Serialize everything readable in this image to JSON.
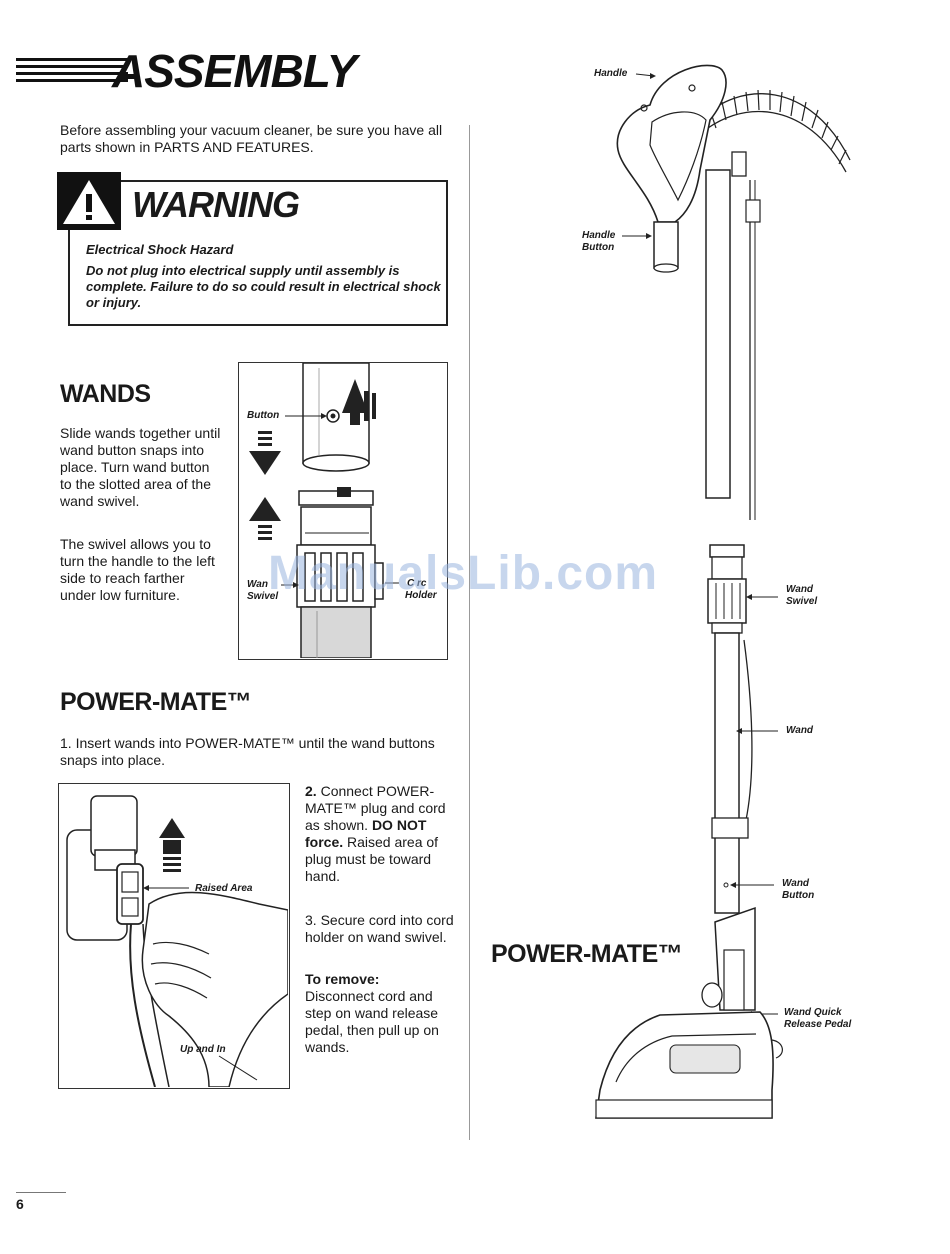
{
  "header": {
    "title": "ASSEMBLY"
  },
  "intro": {
    "text": "Before assembling your vacuum cleaner, be sure you have all parts shown in PARTS AND FEATURES."
  },
  "warning": {
    "title": "WARNING",
    "hazard": "Electrical Shock Hazard",
    "body": "Do not plug into electrical supply until assembly is complete. Failure to do so could result in electrical shock or injury."
  },
  "wands": {
    "heading": "WANDS",
    "paragraph1": "Slide wands together until wand button snaps into place. Turn wand button to the slotted area of the wand swivel.",
    "paragraph2": "The swivel allows you to turn the handle to the left side to reach farther under low furniture.",
    "figure": {
      "button_label": "Button",
      "wand_swivel_label_1": "Wan",
      "wand_swivel_label_2": "Swivel",
      "cord_holder_label_1": "C rc",
      "cord_holder_label_2": "Holder"
    }
  },
  "powermate": {
    "heading": "POWER-MATE™",
    "step1": "1. Insert wands into POWER-MATE™ until the wand buttons snaps into place.",
    "step2_number": "2.",
    "step2_text_a": "Connect POWER-MATE™ plug and cord as shown.",
    "step2_bold_a": "DO NOT force.",
    "step2_text_b": "Raised area of plug must be toward hand.",
    "step3": "3. Secure cord into cord holder on wand swivel.",
    "remove_heading": "To remove:",
    "remove_text": "Disconnect cord and step on wand release pedal, then pull up on wands.",
    "figure": {
      "raised_area_label": "Raised Area",
      "up_and_in_label": "Up and In"
    }
  },
  "diagram": {
    "handle_label": "Handle",
    "handle_button_label_1": "Handle",
    "handle_button_label_2": "Button",
    "wand_swivel_label_1": "Wand",
    "wand_swivel_label_2": "Swivel",
    "wand_label": "Wand",
    "wand_button_label_1": "Wand",
    "wand_button_label_2": "Button",
    "release_pedal_label_1": "Wand Quick",
    "release_pedal_label_2": "Release Pedal",
    "powermate_label": "POWER-MATE™"
  },
  "watermark": {
    "text": "ManualsLib.com"
  },
  "footer": {
    "page_number": "6"
  }
}
